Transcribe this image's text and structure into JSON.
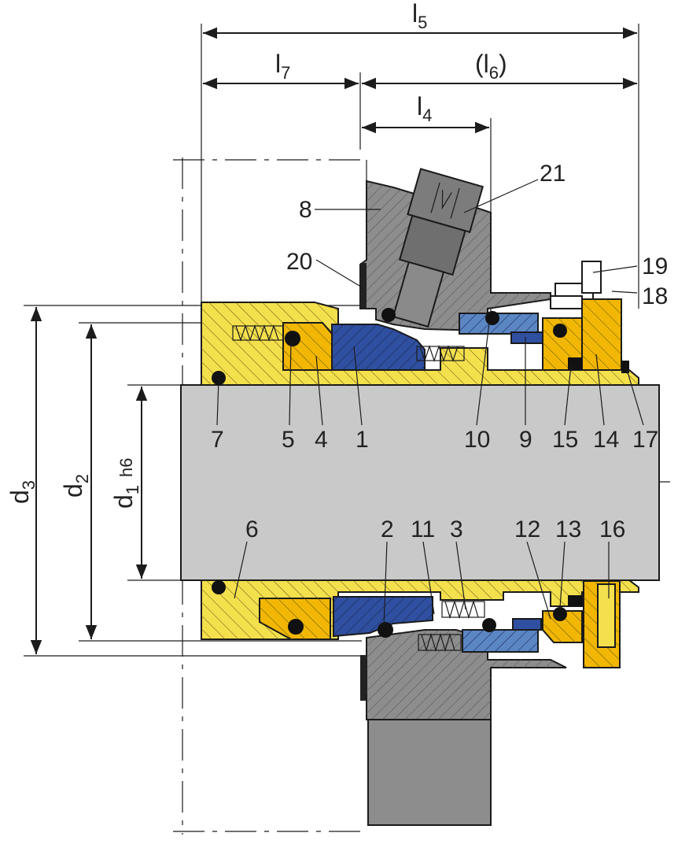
{
  "colors": {
    "shaft": "#c9c9c9",
    "housing": "#8d8d8d",
    "sleeve": "#f4e04d",
    "ring_yellow": "#f2b705",
    "ring_blue_dark": "#2f4fa0",
    "ring_blue_light": "#5b86c4",
    "oring": "#111111"
  },
  "dimensions": {
    "l5": {
      "main": "l",
      "sub": "5"
    },
    "l7": {
      "main": "l",
      "sub": "7"
    },
    "l6": {
      "main": "(l",
      "sub": "6",
      "tail": ")"
    },
    "l4": {
      "main": "l",
      "sub": "4"
    },
    "d3": {
      "main": "d",
      "sub": "3"
    },
    "d2": {
      "main": "d",
      "sub": "2"
    },
    "d1": {
      "main": "d",
      "sub": "1",
      "tol": "h6"
    }
  },
  "part_labels": {
    "p1": "1",
    "p2": "2",
    "p3": "3",
    "p4": "4",
    "p5": "5",
    "p6": "6",
    "p7": "7",
    "p8": "8",
    "p9": "9",
    "p10": "10",
    "p11": "11",
    "p12": "12",
    "p13": "13",
    "p14": "14",
    "p15": "15",
    "p16": "16",
    "p17": "17",
    "p18": "18",
    "p19": "19",
    "p20": "20",
    "p21": "21"
  }
}
